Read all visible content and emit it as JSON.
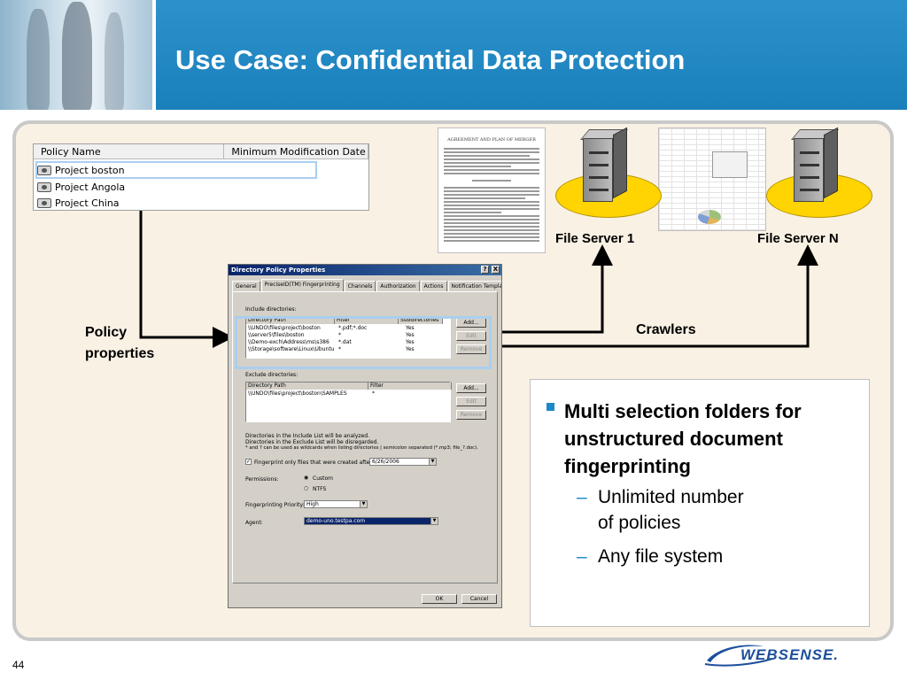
{
  "slide": {
    "title": "Use Case: Confidential Data Protection",
    "page_number": "44",
    "logo_text": "WEBSENSE.",
    "accent_color": "#1b88c7"
  },
  "policy_table": {
    "columns": [
      "Policy Name",
      "Minimum Modification Date"
    ],
    "rows": [
      "Project boston",
      "Project Angola",
      "Project China"
    ],
    "selected_row": "Project boston",
    "row_icon": "camera-icon"
  },
  "labels": {
    "policy_properties_line1": "Policy",
    "policy_properties_line2": "properties",
    "crawlers": "Crawlers",
    "file_server_1": "File Server 1",
    "file_server_n": "File Server N"
  },
  "dialog": {
    "title": "Directory Policy Properties",
    "help_button": "?",
    "close_button": "X",
    "tabs": [
      "General",
      "PreciseID(TM) Fingerprinting",
      "Channels",
      "Authorization",
      "Actions",
      "Notification Template"
    ],
    "active_tab": "PreciseID(TM) Fingerprinting",
    "include_label": "Include directories:",
    "include_columns": [
      "Directory Path",
      "Filter",
      "Subdirectories"
    ],
    "include_rows": [
      {
        "path": "\\\\UNDO\\files\\project\\boston",
        "filter": "*.pdf;*.doc",
        "sub": "Yes"
      },
      {
        "path": "\\\\server5\\files\\boston",
        "filter": "*",
        "sub": "Yes"
      },
      {
        "path": "\\\\Demo-exch\\Address\\ms\\s386",
        "filter": "*.dat",
        "sub": "Yes"
      },
      {
        "path": "\\\\Storage\\software\\Linux\\Ubuntu",
        "filter": "*",
        "sub": "Yes"
      }
    ],
    "add_button": "Add...",
    "edit_button": "Edit",
    "remove_button": "Remove",
    "exclude_label": "Exclude directories:",
    "exclude_columns": [
      "Directory Path",
      "Filter"
    ],
    "exclude_rows": [
      {
        "path": "\\\\UNDO\\files\\project\\boston\\SAMPLES",
        "filter": "*"
      }
    ],
    "info_line1": "Directories in the Include List will be analyzed.",
    "info_line2": "Directories in the Exclude List will be disregarded.",
    "info_line3": "* and ? can be used as wildcards when listing directories | semicolon separated (*.mp3; file_?.doc).",
    "fingerprint_checkbox": "Fingerprint only files that were created after:",
    "fingerprint_date": "6/26/2006",
    "permissions_label": "Permissions:",
    "perm_custom": "Custom",
    "perm_ntfs": "NTFS",
    "priority_label": "Fingerprinting Priority:",
    "priority_value": "High",
    "agent_label": "Agent:",
    "agent_value": "demo-uno.testpa.com",
    "ok_button": "OK",
    "cancel_button": "Cancel"
  },
  "bullets": {
    "main": "Multi selection folders for unstructured document fingerprinting",
    "sub1_line1": "Unlimited number",
    "sub1_line2": "of policies",
    "sub2": "Any file system",
    "dash": "–"
  }
}
